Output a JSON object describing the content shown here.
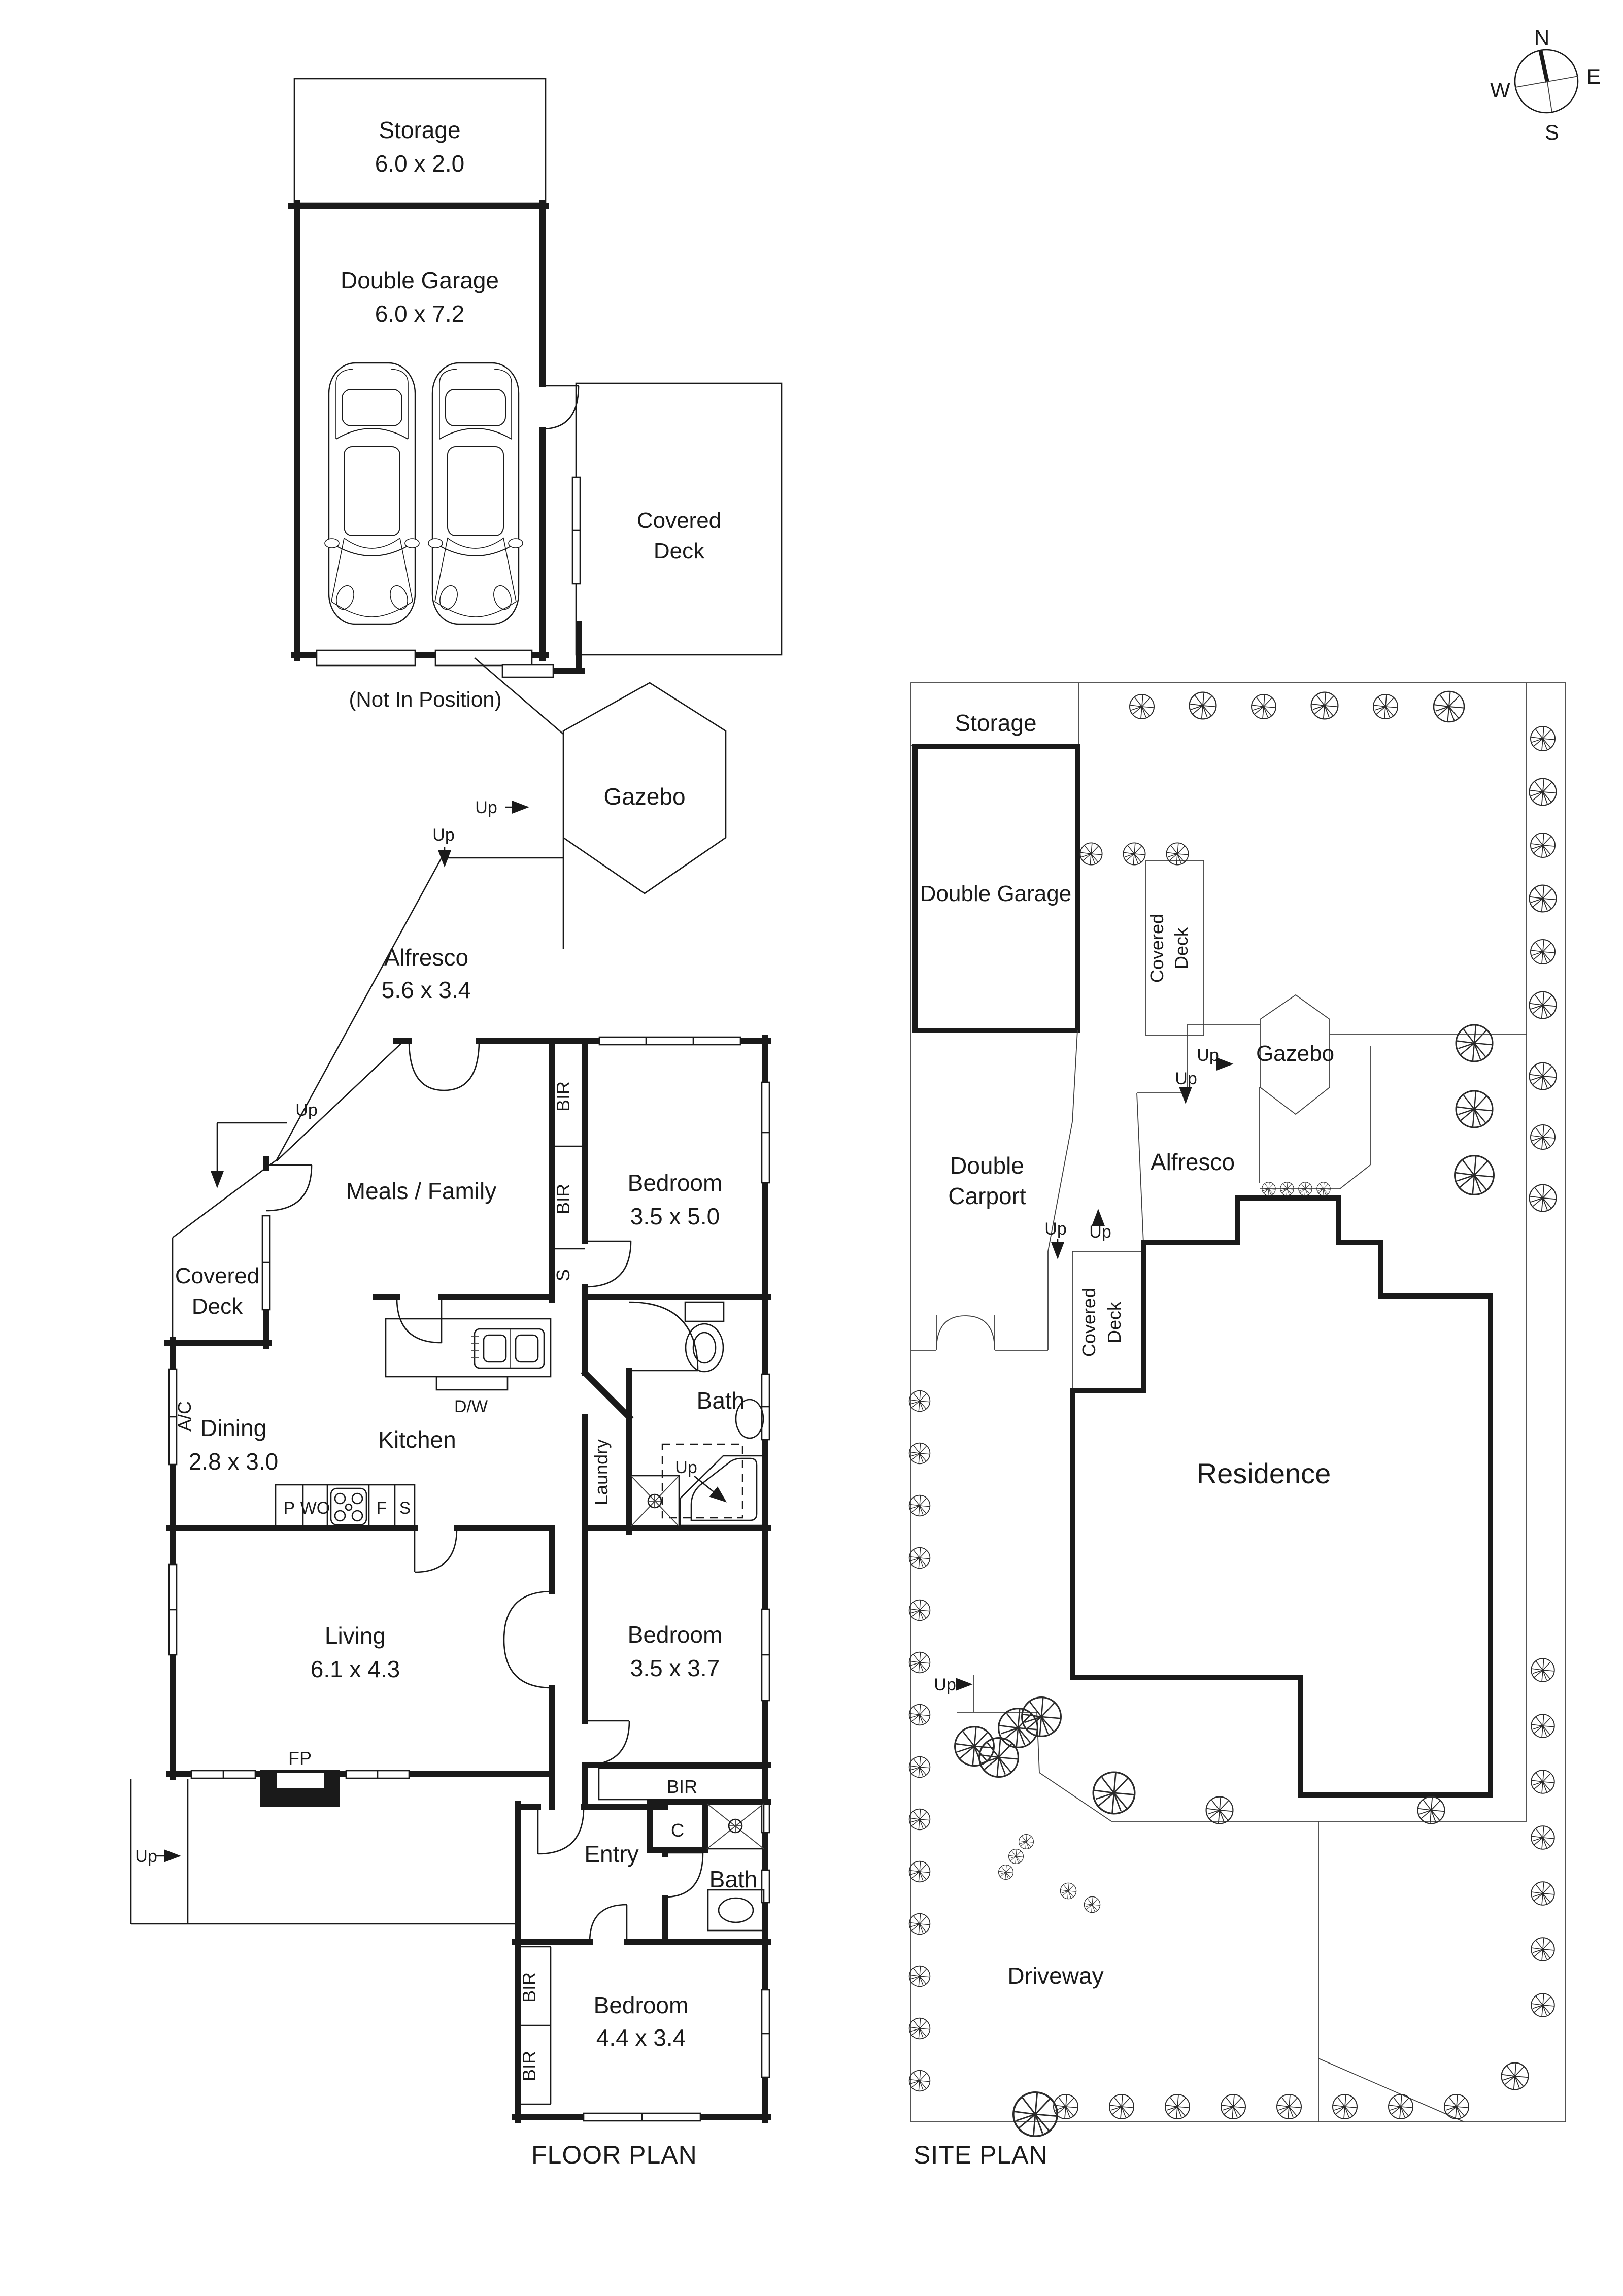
{
  "titles": {
    "floor_plan": "FLOOR PLAN",
    "site_plan": "SITE PLAN"
  },
  "compass": {
    "north": "N",
    "east": "E",
    "south": "S",
    "west": "W"
  },
  "annotations": {
    "up": "Up",
    "not_in_position": "(Not In Position)"
  },
  "fixtures": {
    "bir": "BIR",
    "cupboard_s": "S",
    "cupboard_c": "C",
    "fireplace": "FP",
    "air_conditioning": "A/C",
    "dishwasher": "D/W",
    "pantry": "P",
    "wall_oven": "WO",
    "fridge": "F",
    "sink": "S"
  },
  "floor_plan": {
    "storage": {
      "name": "Storage",
      "dims": "6.0 x 2.0"
    },
    "garage": {
      "name": "Double Garage",
      "dims": "6.0 x 7.2"
    },
    "covered_deck_garage": {
      "line1": "Covered",
      "line2": "Deck"
    },
    "gazebo": "Gazebo",
    "alfresco": {
      "name": "Alfresco",
      "dims": "5.6 x 3.4"
    },
    "meals_family": "Meals / Family",
    "bedroom1": {
      "name": "Bedroom",
      "dims": "3.5 x 5.0"
    },
    "covered_deck_house": {
      "line1": "Covered",
      "line2": "Deck"
    },
    "dining": {
      "name": "Dining",
      "dims": "2.8 x 3.0"
    },
    "kitchen": "Kitchen",
    "bath1": "Bath",
    "laundry": "Laundry",
    "living": {
      "name": "Living",
      "dims": "6.1 x 4.3"
    },
    "bedroom2": {
      "name": "Bedroom",
      "dims": "3.5 x 3.7"
    },
    "entry": "Entry",
    "bath2": "Bath",
    "bedroom3": {
      "name": "Bedroom",
      "dims": "4.4 x 3.4"
    }
  },
  "site_plan": {
    "storage": "Storage",
    "garage": "Double Garage",
    "covered_deck_garage": {
      "line1": "Covered",
      "line2": "Deck"
    },
    "gazebo": "Gazebo",
    "alfresco": "Alfresco",
    "carport": {
      "line1": "Double",
      "line2": "Carport"
    },
    "covered_deck_house": {
      "line1": "Covered",
      "line2": "Deck"
    },
    "residence": "Residence",
    "driveway": "Driveway"
  },
  "colors": {
    "ink": "#1a1a1a",
    "paper": "#ffffff"
  }
}
